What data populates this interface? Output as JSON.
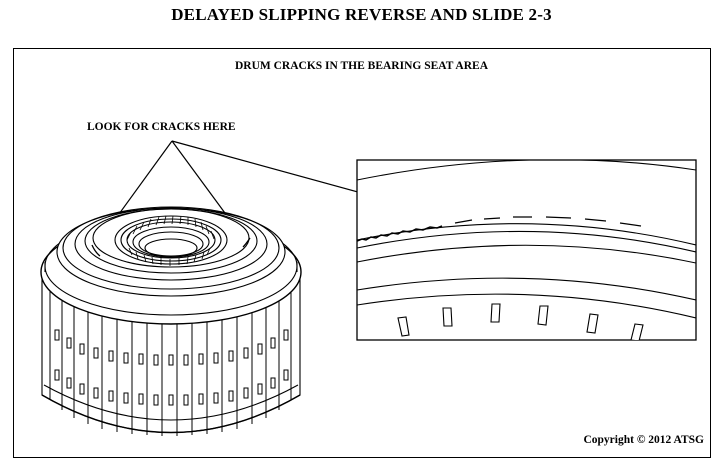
{
  "page": {
    "title": "DELAYED SLIPPING REVERSE AND SLIDE 2-3"
  },
  "figure": {
    "subtitle": "DRUM CRACKS IN THE BEARING SEAT AREA",
    "callout_label": "LOOK FOR CRACKS HERE",
    "copyright": "Copyright © 2012 ATSG"
  },
  "icons": {
    "drum": "clutch-drum-illustration",
    "inset": "bearing-seat-closeup"
  }
}
